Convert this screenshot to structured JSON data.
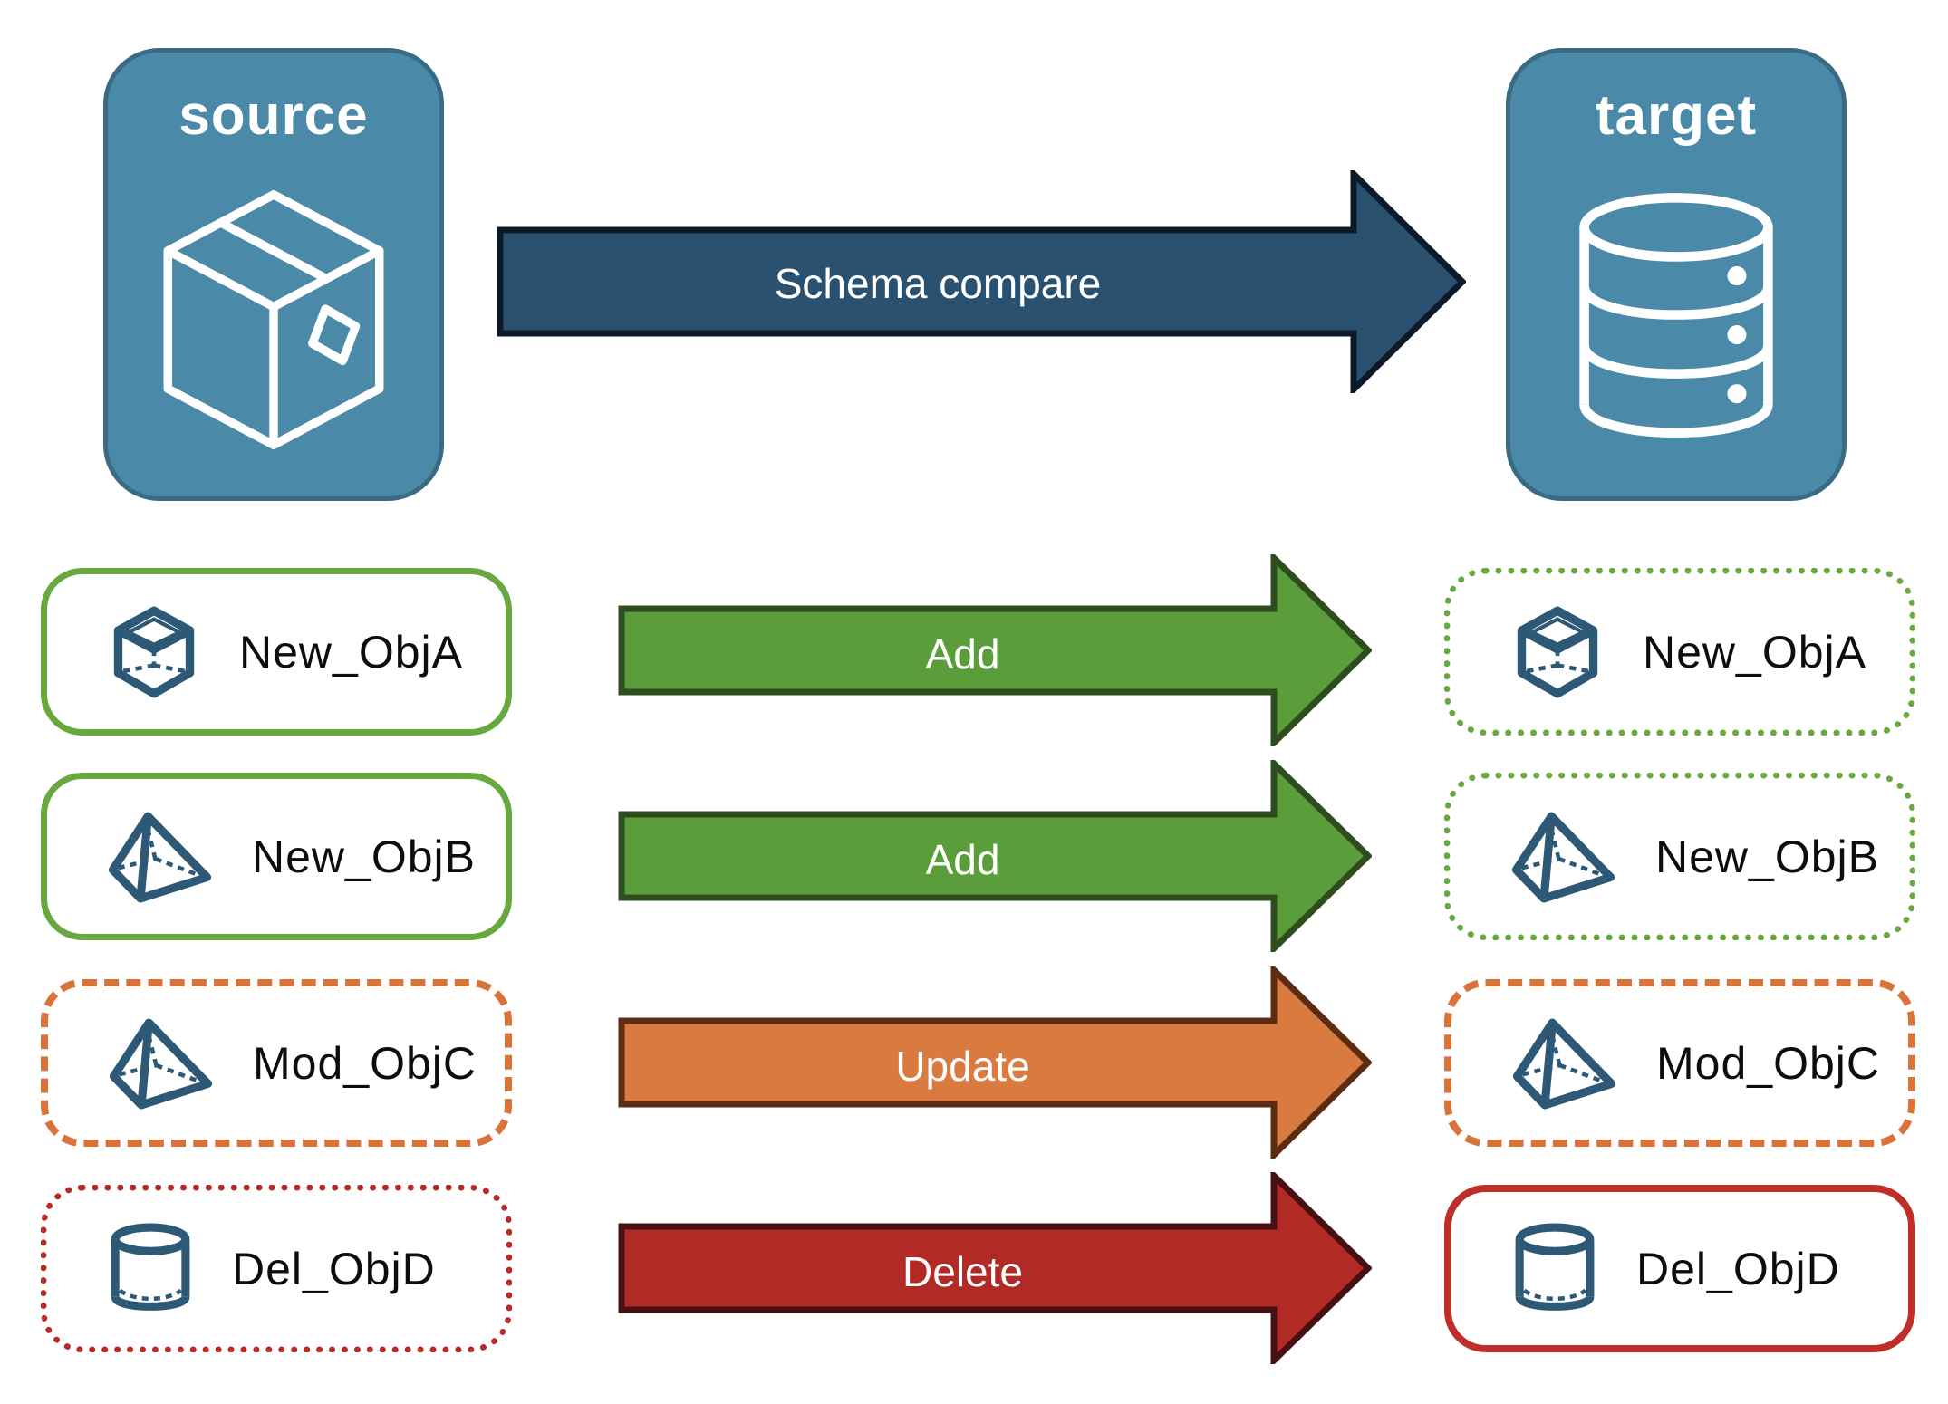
{
  "source_panel": {
    "title": "source",
    "icon": "package-box-icon"
  },
  "target_panel": {
    "title": "target",
    "icon": "database-icon"
  },
  "main_arrow": {
    "label": "Schema compare"
  },
  "rows": [
    {
      "name": "New_ObjA",
      "action": "Add",
      "icon": "cube-icon",
      "source_border": "green-solid",
      "target_border": "green-dotted"
    },
    {
      "name": "New_ObjB",
      "action": "Add",
      "icon": "pyramid-icon",
      "source_border": "green-solid",
      "target_border": "green-dotted"
    },
    {
      "name": "Mod_ObjC",
      "action": "Update",
      "icon": "pyramid-icon",
      "source_border": "orange-dashed",
      "target_border": "orange-dashed"
    },
    {
      "name": "Del_ObjD",
      "action": "Delete",
      "icon": "cylinder-icon",
      "source_border": "red-dotted",
      "target_border": "red-solid"
    }
  ],
  "colors": {
    "panel_fill": "#4A8AA8",
    "panel_border": "#3A6B84",
    "main_arrow_fill": "#2B5170",
    "main_arrow_border": "#0D1B28",
    "add_arrow_fill": "#5B9D3B",
    "update_arrow_fill": "#D97A40",
    "delete_arrow_fill": "#B22A26",
    "green_border": "#67A83F",
    "orange_border": "#D8743A",
    "red_border": "#B52B27",
    "object_icon_blue": "#2D5876"
  }
}
